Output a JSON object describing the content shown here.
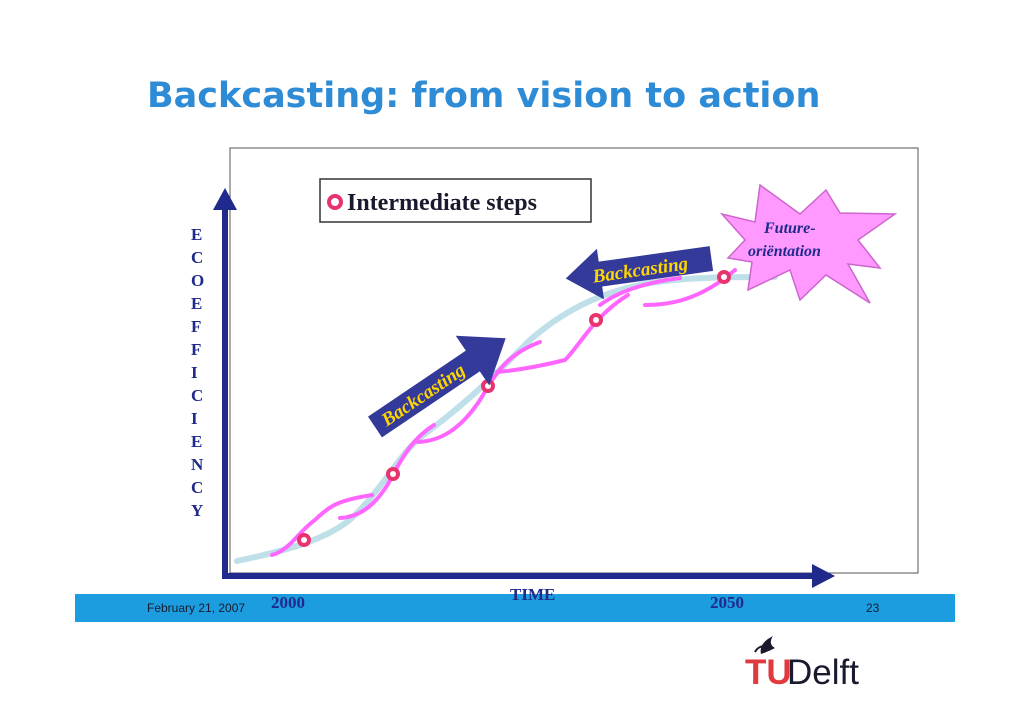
{
  "slide": {
    "title": "Backcasting: from vision to action",
    "footer_date": "February 21, 2007",
    "page_number": "23"
  },
  "diagram": {
    "y_axis_label_letters": [
      "E",
      "C",
      "O",
      "E",
      "F",
      "F",
      "I",
      "C",
      "I",
      "E",
      "N",
      "C",
      "Y"
    ],
    "x_axis_label": "TIME",
    "x_tick_start": "2000",
    "x_tick_end": "2050",
    "legend_label": "Intermediate steps",
    "backcasting_arrow_upper": "Backcasting",
    "backcasting_arrow_lower": "Backcasting",
    "starburst_line1": "Future-",
    "starburst_line2": "oriëntation"
  },
  "logo": {
    "brand_prefix": "TU",
    "brand_suffix": "Delft"
  },
  "colors": {
    "title": "#2e8bd6",
    "footer_band": "#1b9ddf",
    "axis": "#1f2a8c",
    "trend_curve": "#bfe0e8",
    "step_curves": "#ff66ff",
    "step_markers": "#e8336e",
    "arrow_fill": "#343a9a",
    "arrow_text": "#ffd700",
    "starburst_fill": "#ff99ff",
    "starburst_stroke": "#cc66cc",
    "starburst_text": "#1f2a8c",
    "logo_red": "#e03a3e",
    "logo_dark": "#1a1a2e"
  }
}
